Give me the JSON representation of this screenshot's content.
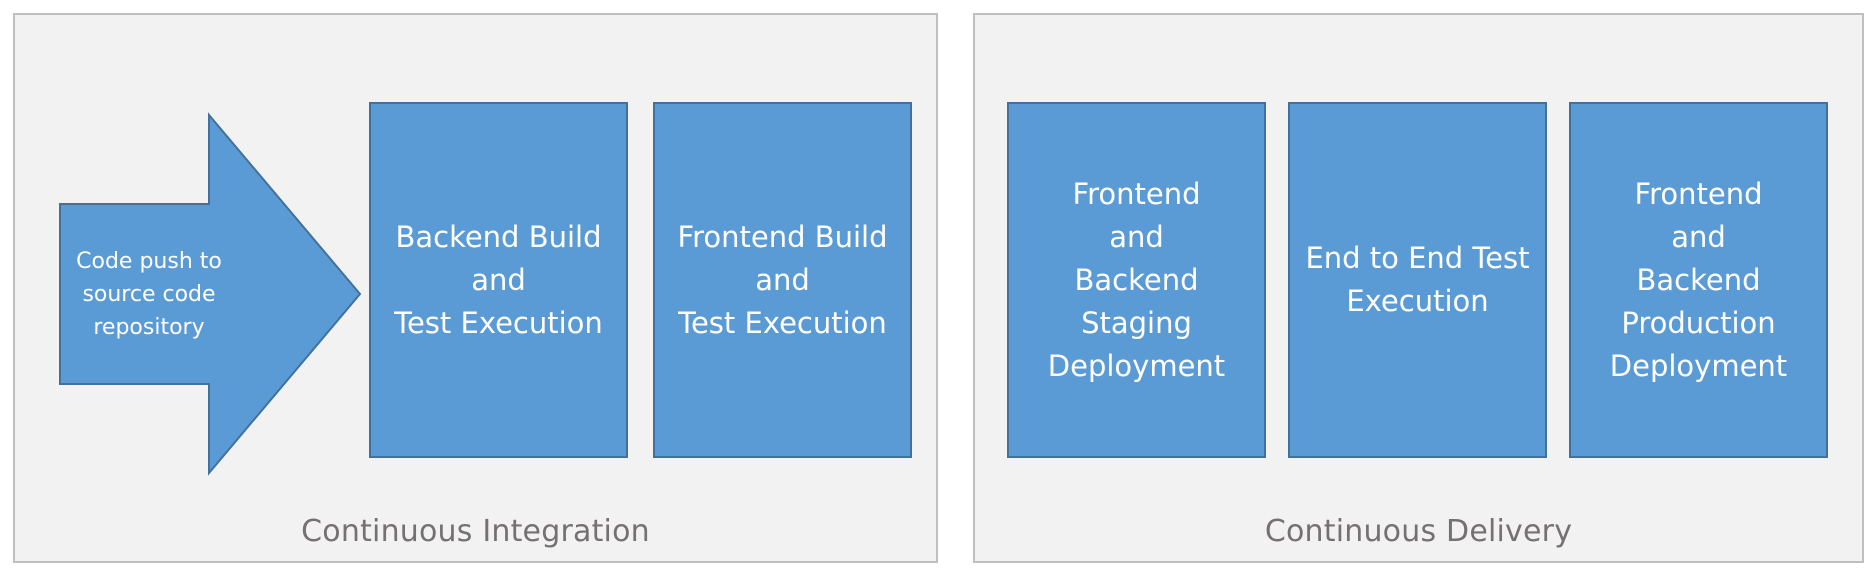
{
  "diagram": {
    "colors": {
      "stage_fill": "#5b9bd5",
      "stage_border": "#41719c",
      "panel_fill": "#f2f2f2",
      "panel_border": "#bfbfbf",
      "label_text": "#767171",
      "stage_text": "#ffffff"
    },
    "continuous_integration": {
      "label": "Continuous Integration",
      "trigger": {
        "line1": "Code push to",
        "line2": "source code",
        "line3": "repository"
      },
      "stages": [
        {
          "line1": "Backend Build",
          "line2": "and",
          "line3": "Test Execution"
        },
        {
          "line1": "Frontend Build",
          "line2": "and",
          "line3": "Test Execution"
        }
      ]
    },
    "continuous_delivery": {
      "label": "Continuous Delivery",
      "stages": [
        {
          "line1": "Frontend",
          "line2": "and",
          "line3": "Backend",
          "line4": "Staging",
          "line5": "Deployment"
        },
        {
          "line1": "End to End Test",
          "line2": "Execution"
        },
        {
          "line1": "Frontend",
          "line2": "and",
          "line3": "Backend",
          "line4": "Production",
          "line5": "Deployment"
        }
      ]
    }
  }
}
